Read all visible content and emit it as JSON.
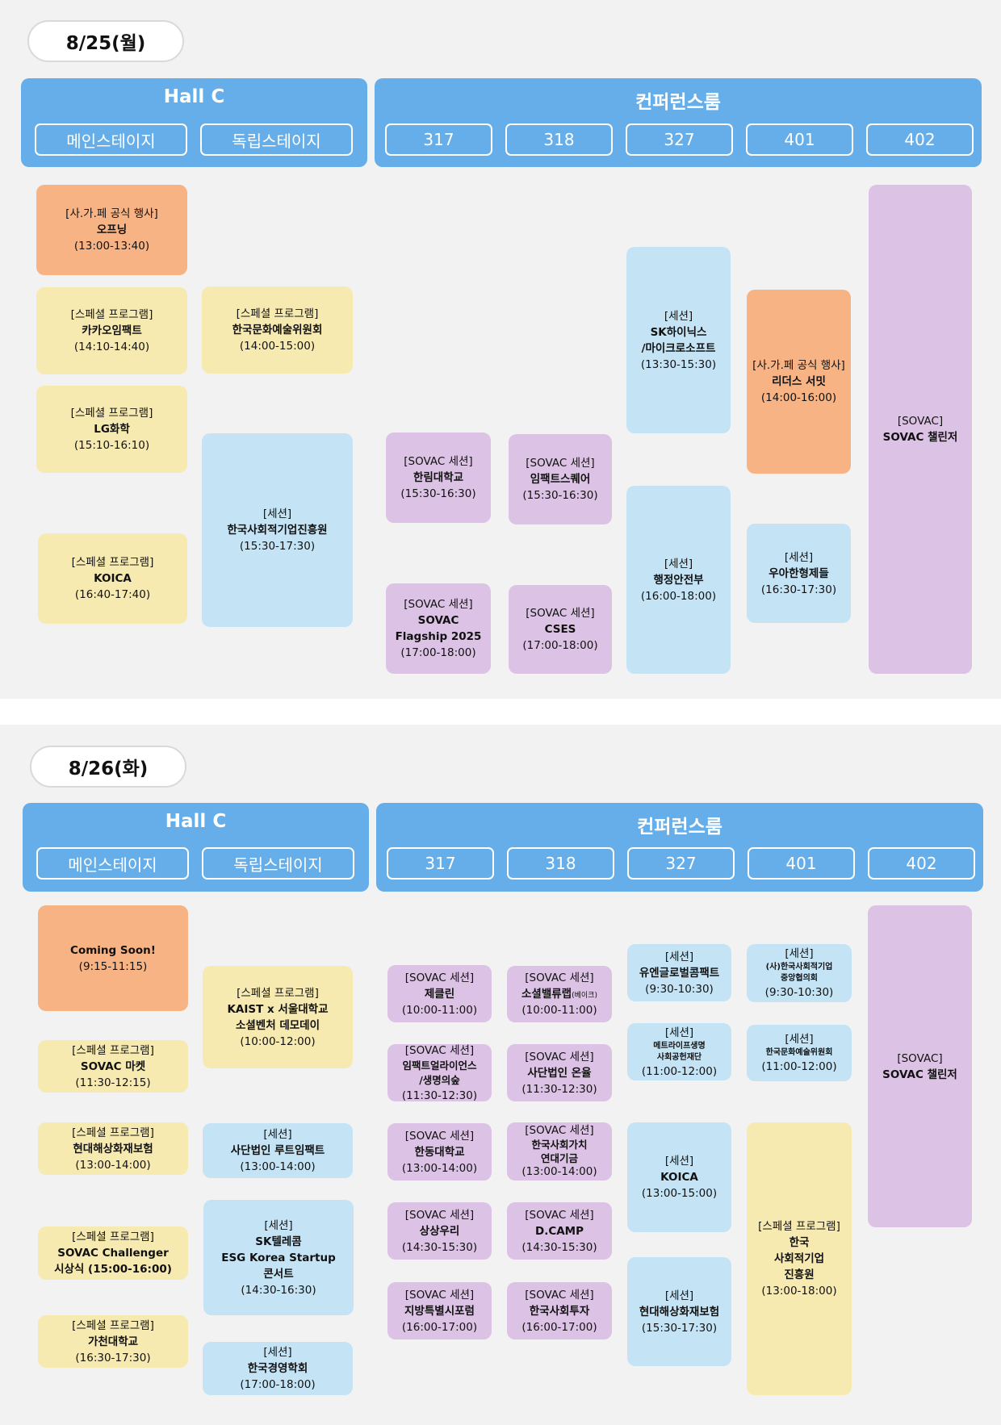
{
  "colors": {
    "header": "#66aee9",
    "orange": "#f7b383",
    "yellow": "#f7eab1",
    "blue": "#c4e4f6",
    "purple": "#dcc2e4"
  },
  "days": [
    {
      "date": "8/25(월)",
      "hall_title": "Hall C",
      "conf_title": "컨퍼런스룸",
      "columns": [
        "메인스테이지",
        "독립스테이지",
        "317",
        "318",
        "327",
        "401",
        "402"
      ],
      "sessions": [
        {
          "color": "orange",
          "type": "[사.가.페 공식 행사]",
          "title": "오프닝",
          "time": "(13:00-13:40)"
        },
        {
          "color": "yellow",
          "type": "[스페셜 프로그램]",
          "title": "카카오임팩트",
          "time": "(14:10-14:40)"
        },
        {
          "color": "yellow",
          "type": "[스페셜 프로그램]",
          "title": "LG화학",
          "time": "(15:10-16:10)"
        },
        {
          "color": "yellow",
          "type": "[스페셜 프로그램]",
          "title": "KOICA",
          "time": "(16:40-17:40)"
        },
        {
          "color": "yellow",
          "type": "[스페셜 프로그램]",
          "title": "한국문화예술위원회",
          "time": "(14:00-15:00)"
        },
        {
          "color": "blue",
          "type": "[세션]",
          "title": "한국사회적기업진흥원",
          "time": "(15:30-17:30)"
        },
        {
          "color": "purple",
          "type": "[SOVAC 세션]",
          "title": "한림대학교",
          "time": "(15:30-16:30)"
        },
        {
          "color": "purple",
          "type": "[SOVAC 세션]",
          "title": "SOVAC\nFlagship 2025",
          "time": "(17:00-18:00)"
        },
        {
          "color": "purple",
          "type": "[SOVAC 세션]",
          "title": "임팩트스퀘어",
          "time": "(15:30-16:30)"
        },
        {
          "color": "purple",
          "type": "[SOVAC 세션]",
          "title": "CSES",
          "time": "(17:00-18:00)"
        },
        {
          "color": "blue",
          "type": "[세션]",
          "title": "SK하이닉스\n/마이크로소프트",
          "time": "(13:30-15:30)"
        },
        {
          "color": "blue",
          "type": "[세션]",
          "title": "행정안전부",
          "time": "(16:00-18:00)"
        },
        {
          "color": "orange",
          "type": "[사.가.페 공식 행사]",
          "title": "리더스 서밋",
          "time": "(14:00-16:00)"
        },
        {
          "color": "blue",
          "type": "[세션]",
          "title": "우아한형제들",
          "time": "(16:30-17:30)"
        },
        {
          "color": "purple",
          "type": "[SOVAC]",
          "title": "SOVAC 챌린저",
          "time": ""
        }
      ]
    },
    {
      "date": "8/26(화)",
      "hall_title": "Hall C",
      "conf_title": "컨퍼런스룸",
      "columns": [
        "메인스테이지",
        "독립스테이지",
        "317",
        "318",
        "327",
        "401",
        "402"
      ],
      "sessions": [
        {
          "color": "orange",
          "type": "",
          "title": "Coming Soon!",
          "time": "(9:15-11:15)"
        },
        {
          "color": "yellow",
          "type": "[스페셜 프로그램]",
          "title": "SOVAC 마켓",
          "time": "(11:30-12:15)"
        },
        {
          "color": "yellow",
          "type": "[스페셜 프로그램]",
          "title": "현대해상화재보험",
          "time": "(13:00-14:00)"
        },
        {
          "color": "yellow",
          "type": "[스페셜 프로그램]",
          "title": "SOVAC Challenger",
          "time": "시상식 (15:00-16:00)"
        },
        {
          "color": "yellow",
          "type": "[스페셜 프로그램]",
          "title": "가천대학교",
          "time": "(16:30-17:30)"
        },
        {
          "color": "yellow",
          "type": "[스페셜 프로그램]",
          "title": "KAIST x 서울대학교\n소셜벤처 데모데이",
          "time": "(10:00-12:00)"
        },
        {
          "color": "blue",
          "type": "[세션]",
          "title": "사단법인 루트임팩트",
          "time": "(13:00-14:00)"
        },
        {
          "color": "blue",
          "type": "[세션]",
          "title": "SK텔레콤\nESG Korea Startup\n콘서트",
          "time": "(14:30-16:30)"
        },
        {
          "color": "blue",
          "type": "[세션]",
          "title": "한국경영학회",
          "time": "(17:00-18:00)"
        },
        {
          "color": "purple",
          "type": "[SOVAC 세션]",
          "title": "제클린",
          "time": "(10:00-11:00)"
        },
        {
          "color": "purple",
          "type": "[SOVAC 세션]",
          "title": "임팩트얼라이언스\n/생명의숲",
          "time": "(11:30-12:30)"
        },
        {
          "color": "purple",
          "type": "[SOVAC 세션]",
          "title": "한동대학교",
          "time": "(13:00-14:00)"
        },
        {
          "color": "purple",
          "type": "[SOVAC 세션]",
          "title": "상상우리",
          "time": "(14:30-15:30)"
        },
        {
          "color": "purple",
          "type": "[SOVAC 세션]",
          "title": "지방특별시포럼",
          "time": "(16:00-17:00)"
        },
        {
          "color": "purple",
          "type": "[SOVAC 세션]",
          "title": "소셜밸류랩",
          "small": "(베이크)",
          "time": "(10:00-11:00)"
        },
        {
          "color": "purple",
          "type": "[SOVAC 세션]",
          "title": "사단법인 온율",
          "time": "(11:30-12:30)"
        },
        {
          "color": "purple",
          "type": "[SOVAC 세션]",
          "title": "한국사회가치\n연대기금",
          "time": "(13:00-14:00)"
        },
        {
          "color": "purple",
          "type": "[SOVAC 세션]",
          "title": "D.CAMP",
          "time": "(14:30-15:30)"
        },
        {
          "color": "purple",
          "type": "[SOVAC 세션]",
          "title": "한국사회투자",
          "time": "(16:00-17:00)"
        },
        {
          "color": "blue",
          "type": "[세션]",
          "title": "유엔글로벌콤팩트",
          "time": "(9:30-10:30)"
        },
        {
          "color": "blue",
          "type": "[세션]",
          "small": "메트라이프생명\n사회공헌재단",
          "time": "(11:00-12:00)"
        },
        {
          "color": "blue",
          "type": "[세션]",
          "title": "KOICA",
          "time": "(13:00-15:00)"
        },
        {
          "color": "blue",
          "type": "[세션]",
          "title": "현대해상화재보험",
          "time": "(15:30-17:30)"
        },
        {
          "color": "blue",
          "type": "[세션]",
          "small": "(사)한국사회적기업\n중앙협의회",
          "time": "(9:30-10:30)"
        },
        {
          "color": "blue",
          "type": "[세션]",
          "small": "한국문화예술위원회",
          "time": "(11:00-12:00)"
        },
        {
          "color": "yellow",
          "type": "[스페셜 프로그램]",
          "title": "한국\n사회적기업\n진흥원",
          "time": "(13:00-18:00)"
        },
        {
          "color": "purple",
          "type": "[SOVAC]",
          "title": "SOVAC 챌린저",
          "time": ""
        }
      ]
    }
  ]
}
